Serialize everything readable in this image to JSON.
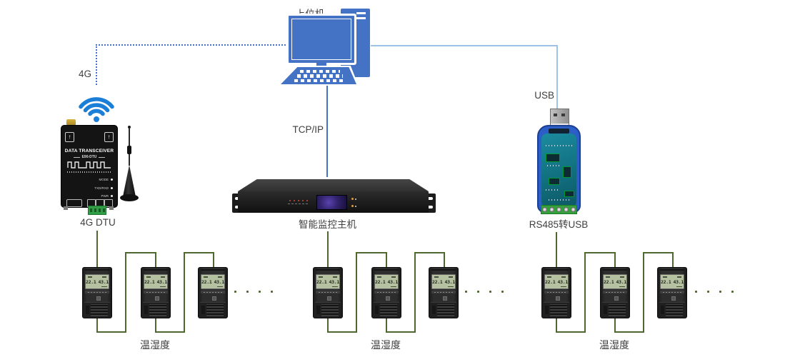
{
  "colors": {
    "computer_blue": "#4472C4",
    "wifi_blue": "#1B7FD8",
    "line_blue": "#4472C4",
    "line_light_blue": "#9DC3E6",
    "wire_green": "#4E682F",
    "label_text": "#3F3F3F"
  },
  "host": {
    "label": "上位机"
  },
  "links": {
    "wireless": "4G",
    "tcpip": "TCP/IP",
    "usb": "USB"
  },
  "dtu": {
    "label": "4G DTU",
    "panel_title": "DATA TRANSCEIVER",
    "panel_model": "E90-DTU",
    "led_labels": [
      "MODE",
      "TXD/RXD",
      "PWR"
    ]
  },
  "server": {
    "label": "智能监控主机"
  },
  "converter": {
    "label": "RS485转USB"
  },
  "sensor_groups": [
    {
      "label": "温湿度",
      "sensors": [
        {
          "temp": "22.1",
          "hum": "43.1"
        },
        {
          "temp": "22.1",
          "hum": "43.1"
        },
        {
          "temp": "22.1",
          "hum": "43.1"
        }
      ]
    },
    {
      "label": "温湿度",
      "sensors": [
        {
          "temp": "22.1",
          "hum": "43.1"
        },
        {
          "temp": "22.1",
          "hum": "43.1"
        },
        {
          "temp": "22.1",
          "hum": "43.1"
        }
      ]
    },
    {
      "label": "温湿度",
      "sensors": [
        {
          "temp": "22.1",
          "hum": "43.1"
        },
        {
          "temp": "22.1",
          "hum": "43.1"
        },
        {
          "temp": "22.1",
          "hum": "43.1"
        }
      ]
    }
  ],
  "icons": {
    "wifi_icon": "three signal arcs with dot",
    "antenna_icon": "whip antenna on magnetic base",
    "usb_plug_icon": "USB-A metal plug",
    "ellipsis_dots": "· · · ·"
  }
}
